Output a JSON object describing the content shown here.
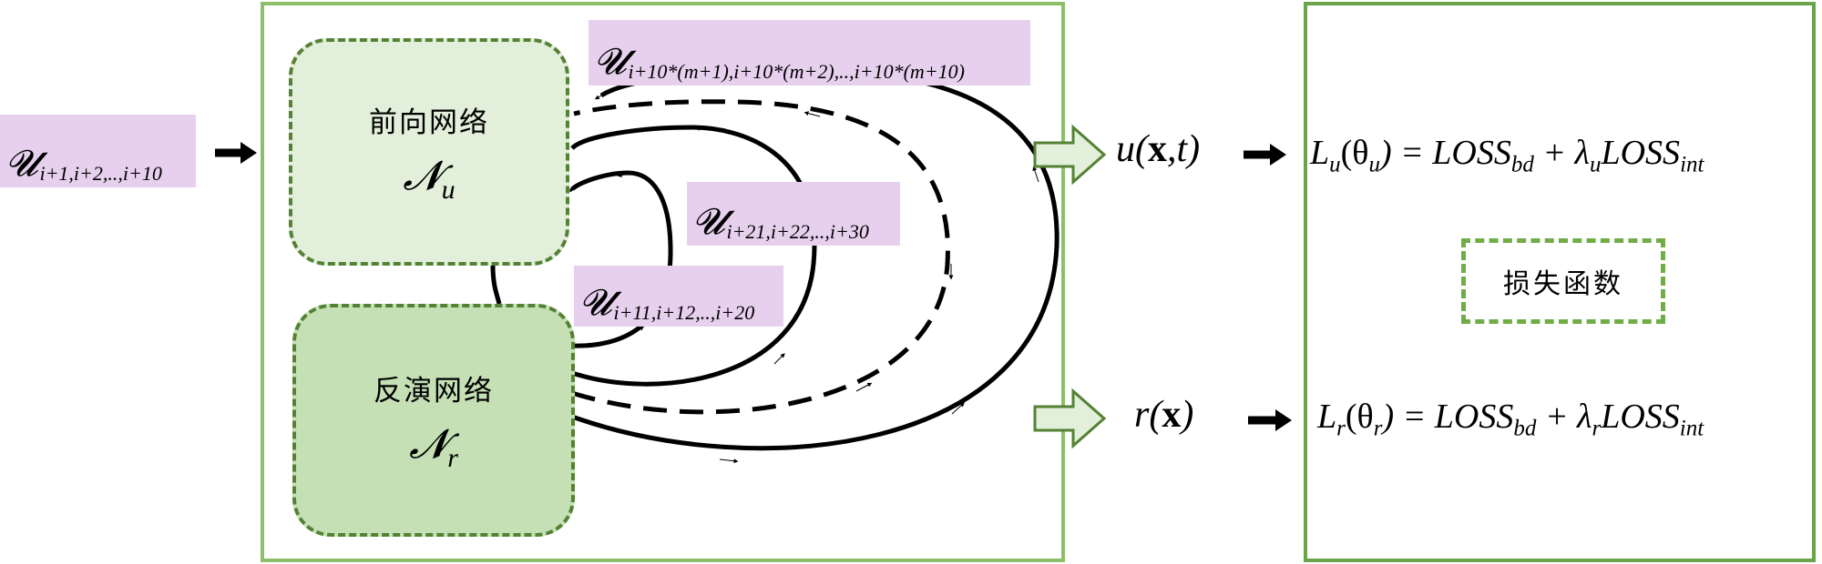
{
  "input_data": {
    "symbol": "𝓤",
    "subscript": "i+1,i+2,..,i+10"
  },
  "networks": {
    "forward": {
      "label": "前向网络",
      "symbol": "𝓝",
      "subscript": "u"
    },
    "inverse": {
      "label": "反演网络",
      "symbol": "𝓝",
      "subscript": "r"
    }
  },
  "loop_data": [
    {
      "symbol": "𝓤",
      "subscript": "i+10*(m+1),i+10*(m+2),..,i+10*(m+10)"
    },
    {
      "symbol": "𝓤",
      "subscript": "i+21,i+22,..,i+30"
    },
    {
      "symbol": "𝓤",
      "subscript": "i+11,i+12,..,i+20"
    }
  ],
  "outputs": {
    "forward": {
      "prefix": "u(",
      "bold": "x",
      "suffix": ",t)"
    },
    "inverse": {
      "prefix": "r(",
      "bold": "x",
      "suffix": ")"
    }
  },
  "loss": {
    "formula_u": {
      "L": "L",
      "L_sub": "u",
      "theta": "(θ",
      "theta_sub": "u",
      "eq": ") = LOSS",
      "bd": "bd",
      "plus": " + λ",
      "lam_sub": "u",
      "loss2": "LOSS",
      "int": "int"
    },
    "formula_r": {
      "L": "L",
      "L_sub": "r",
      "theta": "(θ",
      "theta_sub": "r",
      "eq": ") = LOSS",
      "bd": "bd",
      "plus": " + λ",
      "lam_sub": "r",
      "loss2": "LOSS",
      "int": "int"
    },
    "box_label": "损失函数"
  },
  "colors": {
    "frame_main": "#8dbf6a",
    "frame_loss": "#6aa34a",
    "forward_fill": "#e2efda",
    "inverse_fill": "#c5e0b4",
    "tag_fill": "#e6d0ee",
    "arrow_fill": "#e2efda",
    "arrow_stroke": "#548235"
  }
}
